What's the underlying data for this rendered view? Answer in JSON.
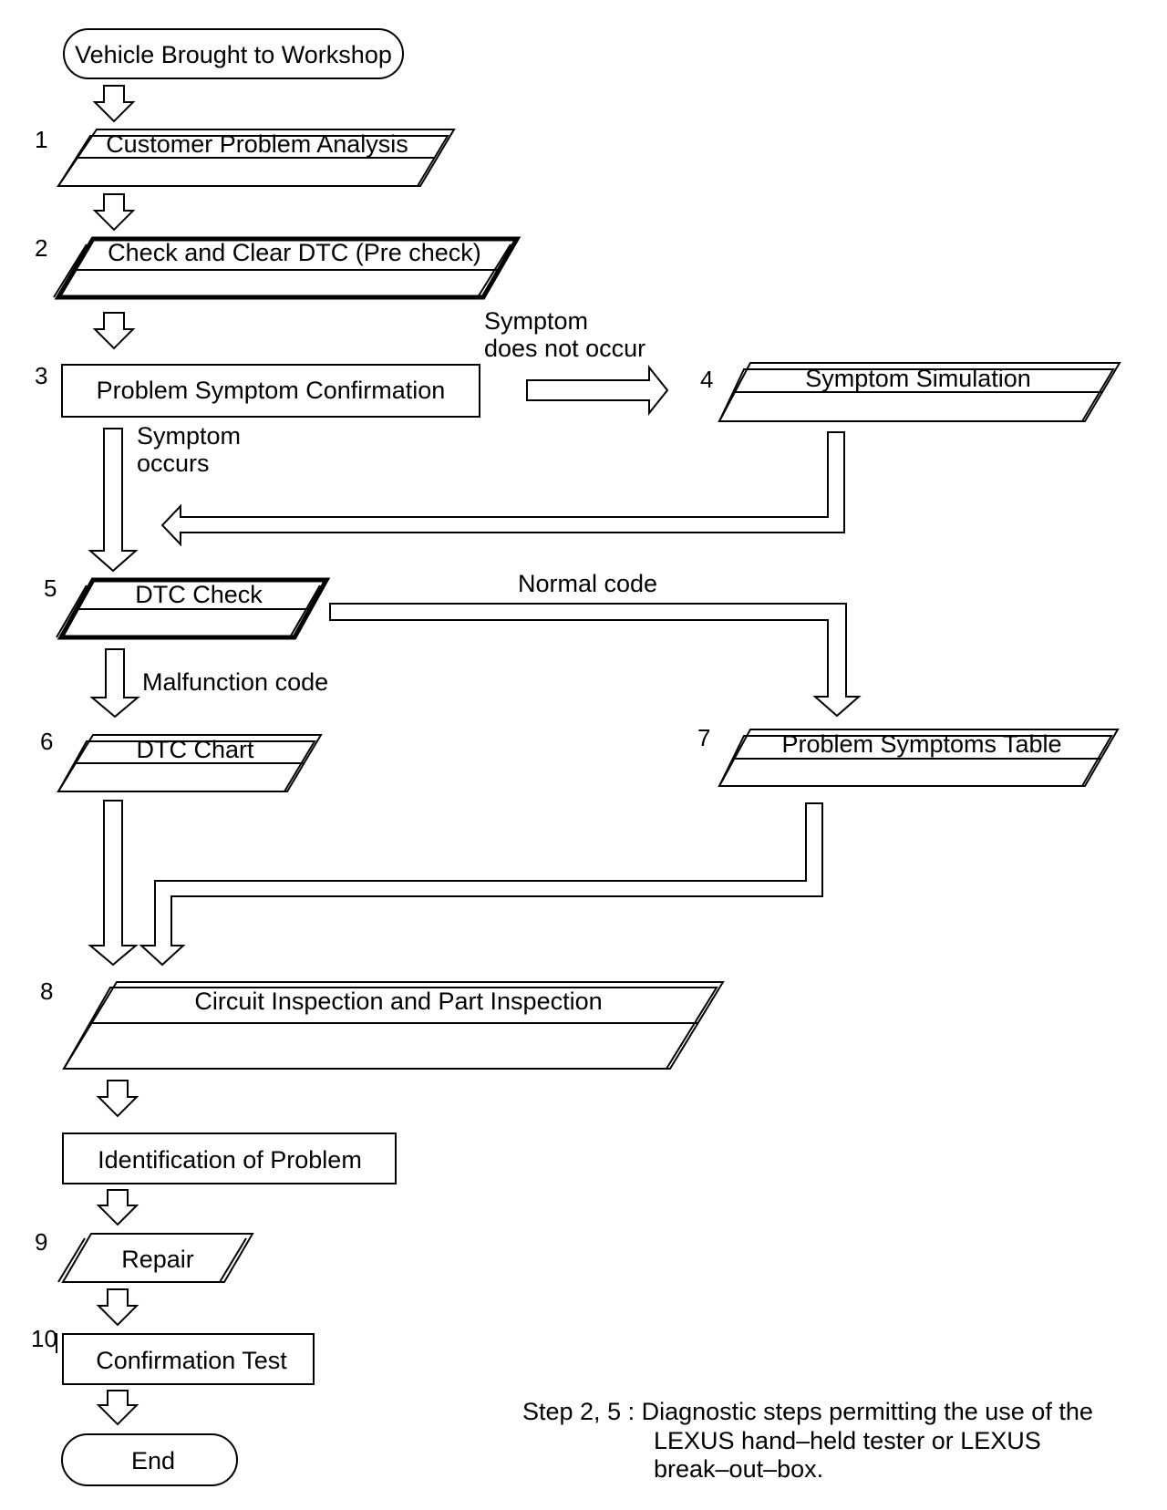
{
  "start": {
    "label": "Vehicle Brought to Workshop"
  },
  "steps": [
    {
      "num": "1",
      "label": "Customer Problem Analysis"
    },
    {
      "num": "2",
      "label": "Check and Clear DTC (Pre check)"
    },
    {
      "num": "3",
      "label": "Problem Symptom Confirmation"
    },
    {
      "num": "4",
      "label": "Symptom Simulation"
    },
    {
      "num": "5",
      "label": "DTC Check"
    },
    {
      "num": "6",
      "label": "DTC Chart"
    },
    {
      "num": "7",
      "label": "Problem Symptoms Table"
    },
    {
      "num": "8",
      "label": "Circuit Inspection and Part Inspection"
    },
    {
      "num": "",
      "label": "Identification of Problem"
    },
    {
      "num": "9",
      "label": "Repair"
    },
    {
      "num": "10",
      "label": "Confirmation Test"
    }
  ],
  "end": {
    "label": "End"
  },
  "branches": {
    "not_occur_line1": "Symptom",
    "not_occur_line2": "does not occur",
    "occurs_line1": "Symptom",
    "occurs_line2": "occurs",
    "normal_code": "Normal code",
    "malfunction_code": "Malfunction code"
  },
  "note": {
    "line1": "Step 2, 5 :  Diagnostic steps permitting the use of the",
    "line2": "LEXUS hand–held tester or LEXUS",
    "line3": "break–out–box."
  }
}
